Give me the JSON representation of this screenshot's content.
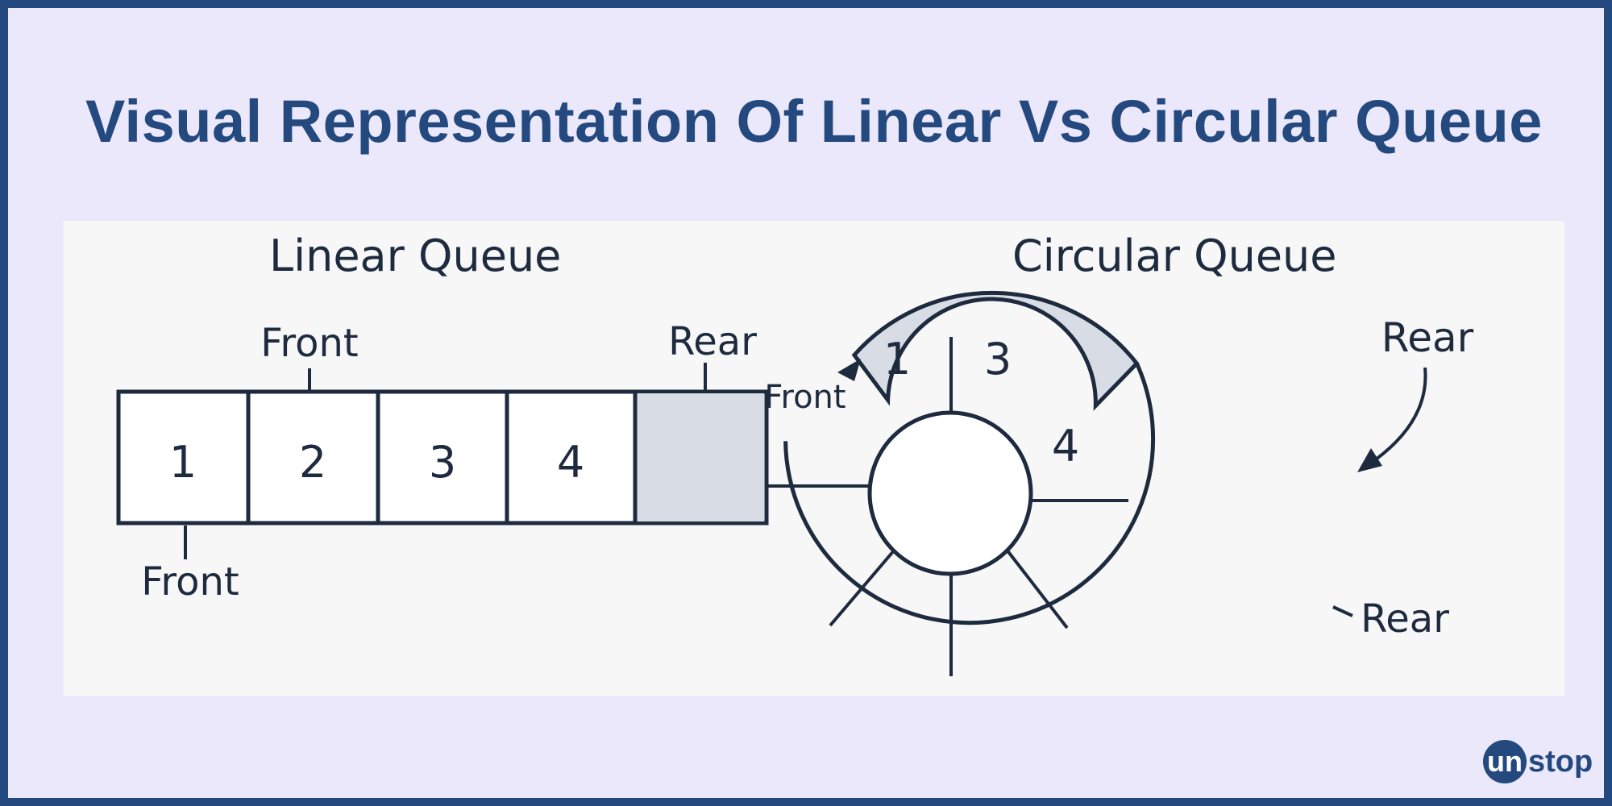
{
  "title": "Visual Representation Of Linear Vs Circular Queue",
  "linear_queue": {
    "heading": "Linear Queue",
    "cells": [
      "1",
      "2",
      "3",
      "4",
      ""
    ],
    "label_front_top": "Front",
    "label_rear_top": "Rear",
    "label_front_bottom": "Front"
  },
  "circular_queue": {
    "heading": "Circular Queue",
    "filled_values": [
      "1",
      "3",
      "4"
    ],
    "label_front": "Front",
    "label_rear_top": "Rear",
    "label_rear_bottom": "Rear"
  },
  "logo": {
    "badge": "un",
    "rest": "stop"
  },
  "colors": {
    "border": "#23497e",
    "background": "#ece8fc",
    "panel": "#f7f7f7",
    "ink": "#1e2b3f",
    "shaded_cell": "#d8dde5"
  }
}
